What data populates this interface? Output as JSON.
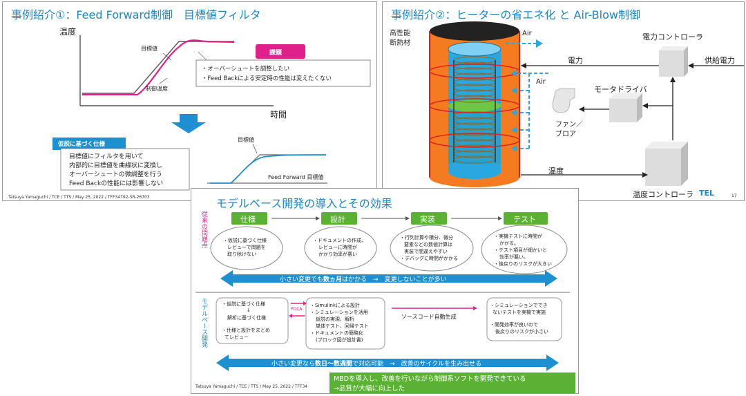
{
  "slide1": {
    "title": "事例紹介①：Feed Forward制御　目標値フィルタ",
    "y_axis": "温度",
    "x_axis": "時間",
    "label_target": "目標値",
    "label_control": "制御温度",
    "issue_badge": "課題",
    "issue_lines": [
      "・オーバーシュートを調整したい",
      "・Feed Backによる安定時の性能は変えたくない"
    ],
    "spec_badge": "仮説に基づく仕様",
    "spec_lines": [
      "目標値にフィルタを用いて",
      "内部的に目標値を曲線状に変換し",
      "オーバーシュートの微調整を行う",
      "Feed Backの性能には影響しない"
    ],
    "mini_label_target": "目標値",
    "mini_label_ff": "Feed Forward 目標値",
    "footer": "Tatsuya Yamaguchi / TCE / TTS / May 25, 2022 / TFF34792-SR-26703"
  },
  "slide2": {
    "title": "事例紹介②：ヒーターの省エネ化 と Air-Blow制御",
    "insulation": [
      "高性能",
      "断熱材"
    ],
    "air_out": "Air",
    "air_in": "Air",
    "power_controller": "電力コントローラ",
    "power": "電力",
    "supply_power": "供給電力",
    "motor_driver": "モータドライバ",
    "fan": [
      "ファン／",
      "ブロア"
    ],
    "temperature": "温度",
    "temp_controller": "温度コントローラ",
    "logo": "TEL",
    "page": "17"
  },
  "slide3": {
    "title": "モデルベース開発の導入とその効果",
    "stages": [
      "仕様",
      "設計",
      "実装",
      "テスト"
    ],
    "row1_label": "従来の問題点",
    "row1_clouds": [
      [
        "・仮説に基づく仕様",
        "レビューで問題を",
        "取り除けない"
      ],
      [
        "・ドキュメントの作成、",
        "レビューに時間が",
        "かかり効率が悪い"
      ],
      [
        "・行列計算や積分、微分",
        "要素などの数値計算は",
        "実装で間違えやすい",
        "・デバッグに時間がかかる"
      ],
      [
        "・実機テストに時間が",
        "かかる。",
        "・テスト項目が細かいと",
        "効率が悪い。",
        "・後戻りのリスクが大きい"
      ]
    ],
    "row1_arrow_pre": "小さい変更でも",
    "row1_arrow_bold": "数ヵ月",
    "row1_arrow_post": "はかかる　→　変更しないことが多い",
    "row2_label": "モデルベース開発",
    "row2_box1": [
      "・仮説に基づく仕様",
      "↓",
      "解析に基づく仕様",
      "",
      "・仕様と設計をまとめ",
      "てレビュー"
    ],
    "pdca": "PDCA",
    "row2_box2": [
      "・Simulinkによる設計",
      "・シミュレーションを活用",
      "仮説の実現、解析",
      "単体テスト、回帰テスト",
      "・ドキュメントの簡略化",
      "(ブロック図が設計書)"
    ],
    "codegen": "ソースコード自動生成",
    "row2_box4": [
      "・シミュレーションででき",
      "ないテストを実機で実施",
      "",
      "・開発効率が良いので",
      "後戻りのリスクが小さい"
    ],
    "row2_arrow_pre": "小さい変更なら",
    "row2_arrow_bold": "数日～数週間",
    "row2_arrow_post": "で対応可能　→　改善のサイクルを生み出せる",
    "conclusion": [
      "MBDを導入し、改善を行いながら制御系ソフトを開発できている",
      "→品質が大幅に向上した"
    ],
    "footer": "Tatsuya Yamaguchi / TCE / TTS / May 25, 2022 / TFF34"
  }
}
